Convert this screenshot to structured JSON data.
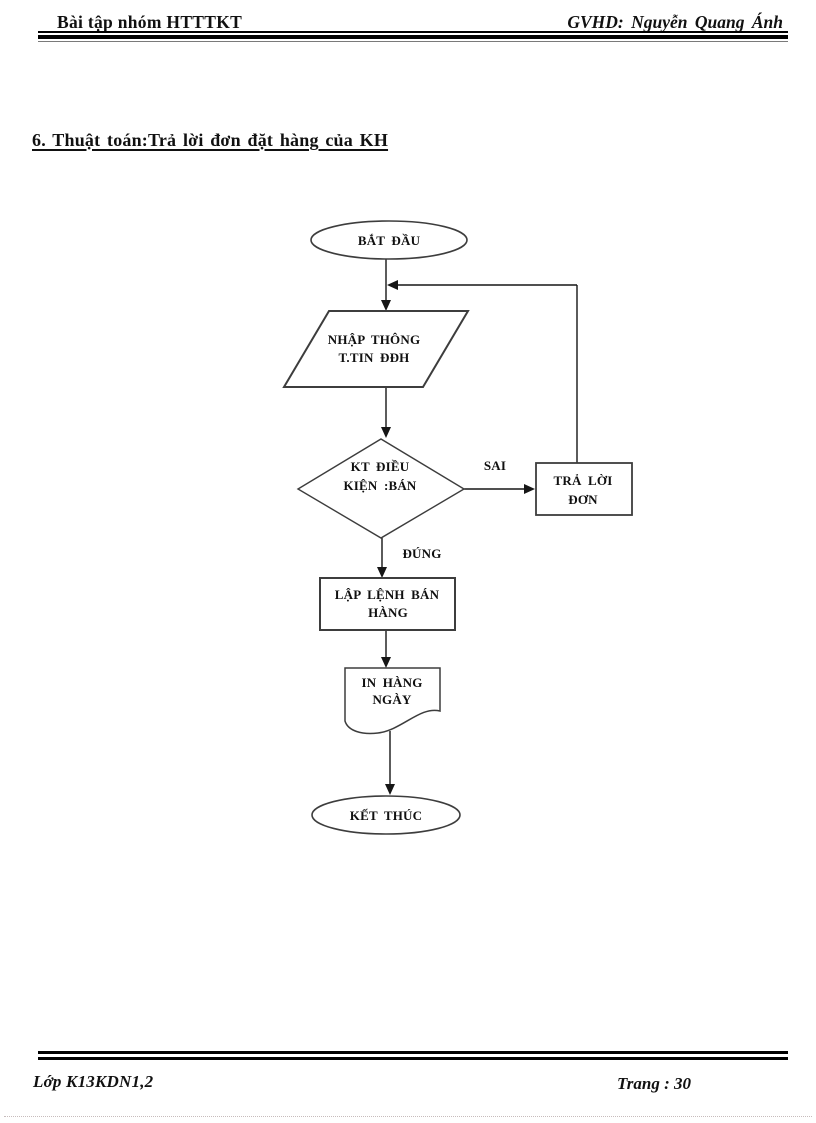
{
  "header": {
    "left": "Bài tập nhóm HTTTKT",
    "right": "GVHD: Nguyễn Quang Ánh"
  },
  "section_heading": "6. Thuật toán:Trả lời đơn đặt hàng của KH",
  "flowchart": {
    "nodes": {
      "start": {
        "type": "terminator",
        "label": "BẮT ĐẦU"
      },
      "input": {
        "type": "io-parallelogram",
        "line1": "NHẬP THÔNG",
        "line2": "T.TIN ĐĐH"
      },
      "decision": {
        "type": "decision-diamond",
        "line1": "KT ĐIỀU",
        "line2": "KIỆN :BÁN"
      },
      "reply": {
        "type": "process-rectangle",
        "line1": "TRẢ LỜI",
        "line2": "ĐƠN"
      },
      "process": {
        "type": "process-rectangle",
        "line1": "LẬP LỆNH BÁN",
        "line2": "HÀNG"
      },
      "document": {
        "type": "document",
        "line1": "IN HÀNG",
        "line2": "NGÀY"
      },
      "end": {
        "type": "terminator",
        "label": "KẾT THÚC"
      }
    },
    "edge_labels": {
      "false_branch": "SAI",
      "true_branch": "ĐÚNG"
    }
  },
  "footer": {
    "left": "Lớp K13KDN1,2",
    "right": "Trang : 30"
  },
  "colors": {
    "ink": "#111111",
    "page_background": "#ffffff"
  }
}
